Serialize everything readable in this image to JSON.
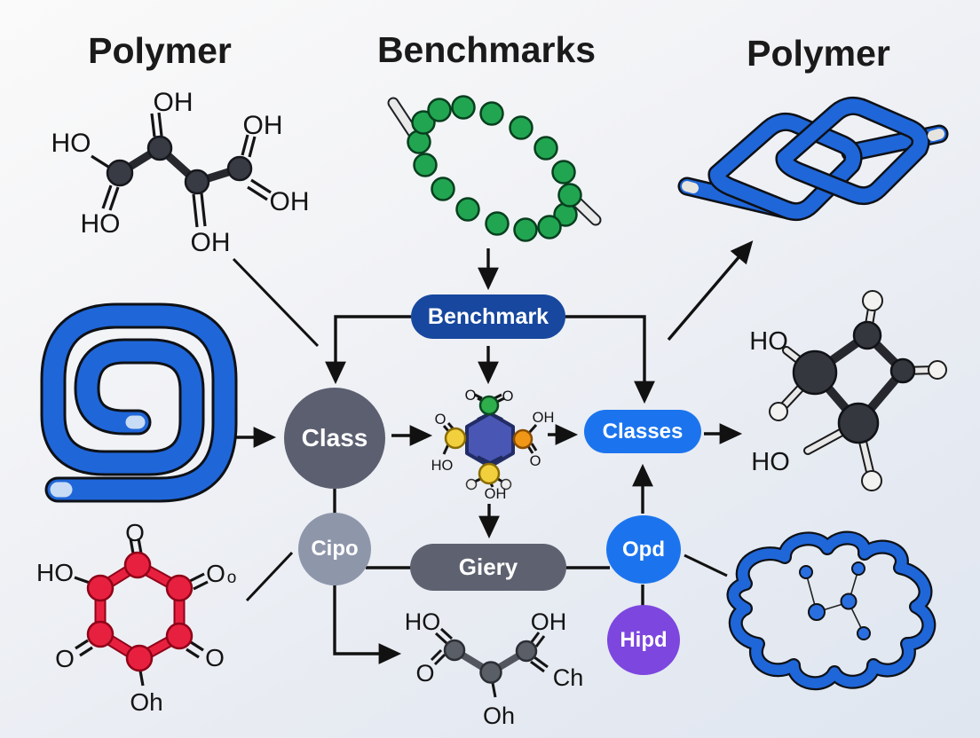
{
  "titles": {
    "left": "Polymer",
    "center": "Benchmarks",
    "right": "Polymer"
  },
  "flow_nodes": {
    "benchmark": {
      "label": "Benchmark",
      "color": "#17479e"
    },
    "class": {
      "label": "Class",
      "color": "#5b5f70"
    },
    "cipo": {
      "label": "Cipo",
      "color": "#8e96aa"
    },
    "giery": {
      "label": "Giery",
      "color": "#5e6270"
    },
    "classes": {
      "label": "Classes",
      "color": "#1b74ee"
    },
    "opd": {
      "label": "Opd",
      "color": "#1b74ee"
    },
    "hipd": {
      "label": "Hipd",
      "color": "#7c46df"
    }
  },
  "molecule_labels": {
    "top_left": {
      "oh_top": "OH",
      "oh_upper_right": "OH",
      "ho_left": "HO",
      "ho_lower_left": "HO",
      "oh_bottom": "OH",
      "oh_right": "OH"
    },
    "center_hex": {
      "o_top_left": "O",
      "o_top_right": "O",
      "o_left": "O",
      "oh_right": "OH",
      "ho_lower_left": "HO",
      "o_lower_right": "O",
      "oh_bottom": "OH"
    },
    "red_ring": {
      "o_top": "O",
      "ho_upper_left": "HO",
      "o_upper_right": "O",
      "o_upper_right_sub": "o",
      "o_lower_left": "O",
      "o_lower_right": "O",
      "oh_bottom": "Oh"
    },
    "right_dark": {
      "ho_top": "HO",
      "ho_bottom": "HO"
    },
    "bottom_center": {
      "ho_left": "HO",
      "oh_right": "OH",
      "o_left": "O",
      "ch_right": "Ch",
      "oh_bottom": "Oh"
    }
  },
  "colors": {
    "background_top": "#fafafa",
    "background_bottom": "#dfe6f0",
    "benchmark_pill": "#17479e",
    "class_circle": "#5b5f70",
    "cipo_circle": "#8e96aa",
    "giery_pill": "#5e6270",
    "classes_pill": "#1b74ee",
    "opd_circle": "#1b74ee",
    "hipd_circle": "#7c46df",
    "tube_blue": "#1f66d9",
    "bead_green": "#21a551",
    "ring_red": "#e8203f",
    "hexagon_blue": "#4a56b4",
    "atom_yellow": "#f2cf3d",
    "atom_orange": "#f09718",
    "atom_green": "#2fae4c",
    "carbon_dark": "#383b44",
    "arrow_black": "#111111"
  }
}
